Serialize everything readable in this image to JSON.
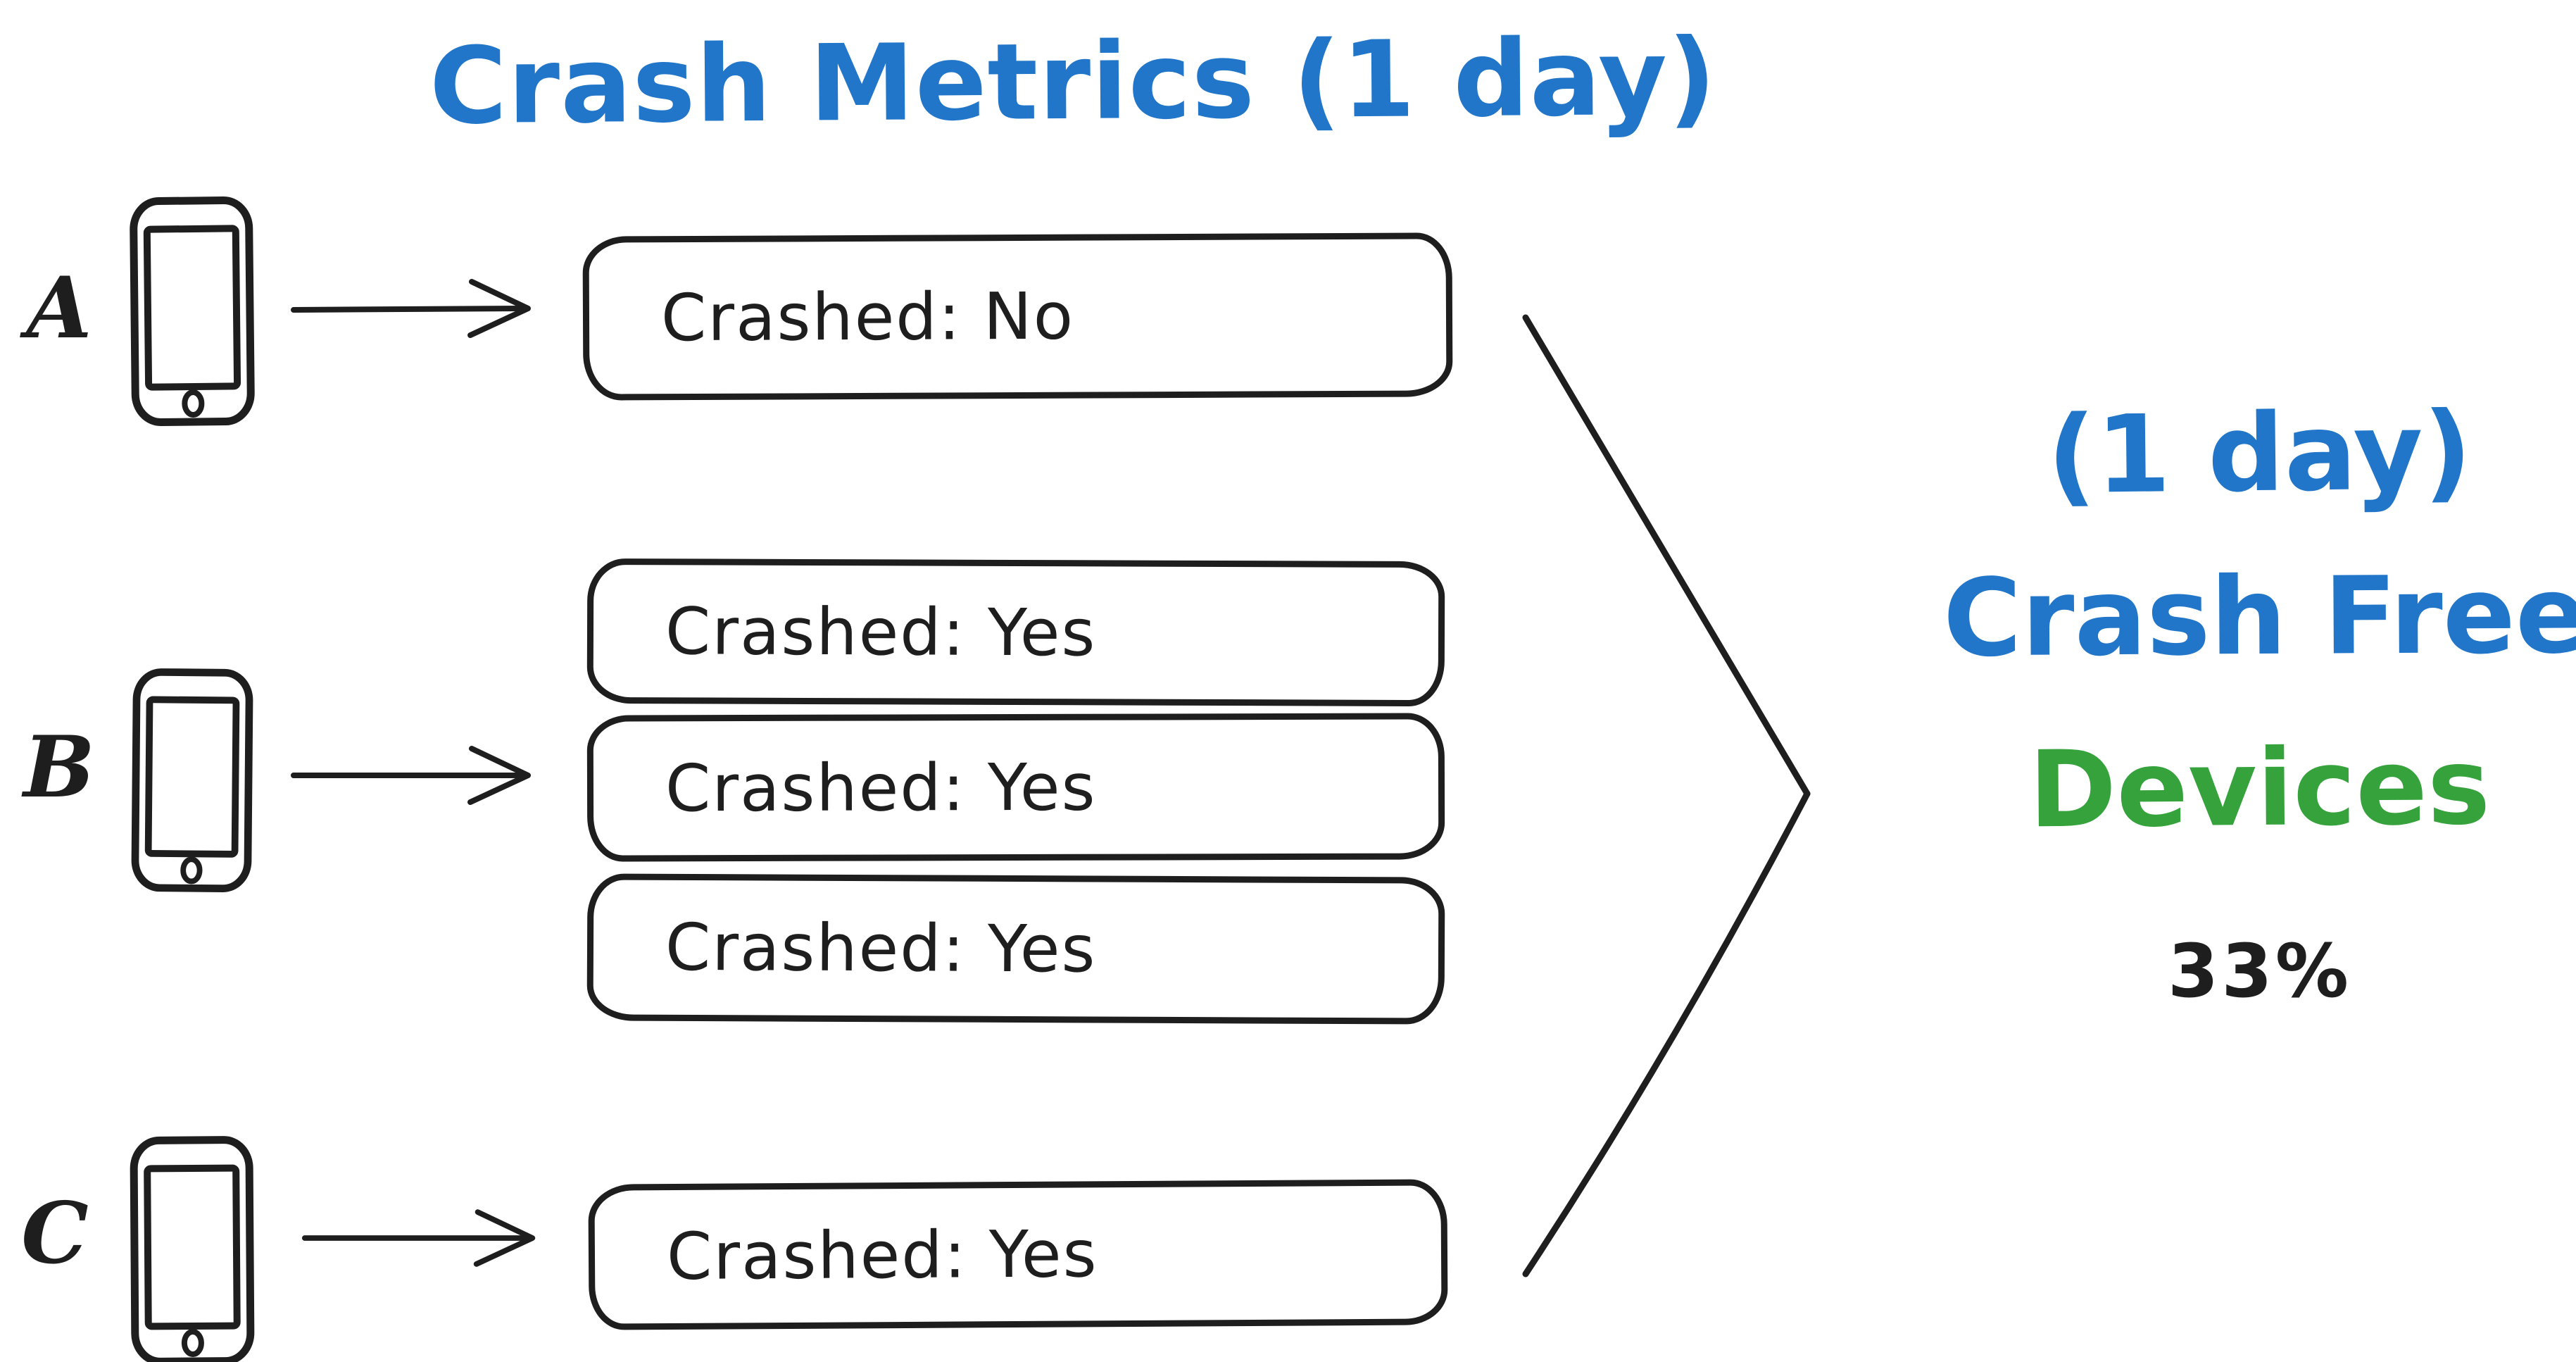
{
  "title": "Crash Metrics (1 day)",
  "devices": [
    {
      "label": "A",
      "sessions": [
        "Crashed: No"
      ]
    },
    {
      "label": "B",
      "sessions": [
        "Crashed: Yes",
        "Crashed: Yes",
        "Crashed: Yes"
      ]
    },
    {
      "label": "C",
      "sessions": [
        "Crashed: Yes"
      ]
    }
  ],
  "result": {
    "period": "(1 day)",
    "metric": "Crash Free",
    "unit": "Devices",
    "value": "33%"
  },
  "icons": {
    "device": "phone-icon",
    "flow": "arrow-right-icon",
    "aggregate": "chevron-right-icon"
  },
  "colors": {
    "ink": "#1e1e1e",
    "blue": "#2176c9",
    "green": "#35a23c",
    "background": "#ffffff"
  }
}
